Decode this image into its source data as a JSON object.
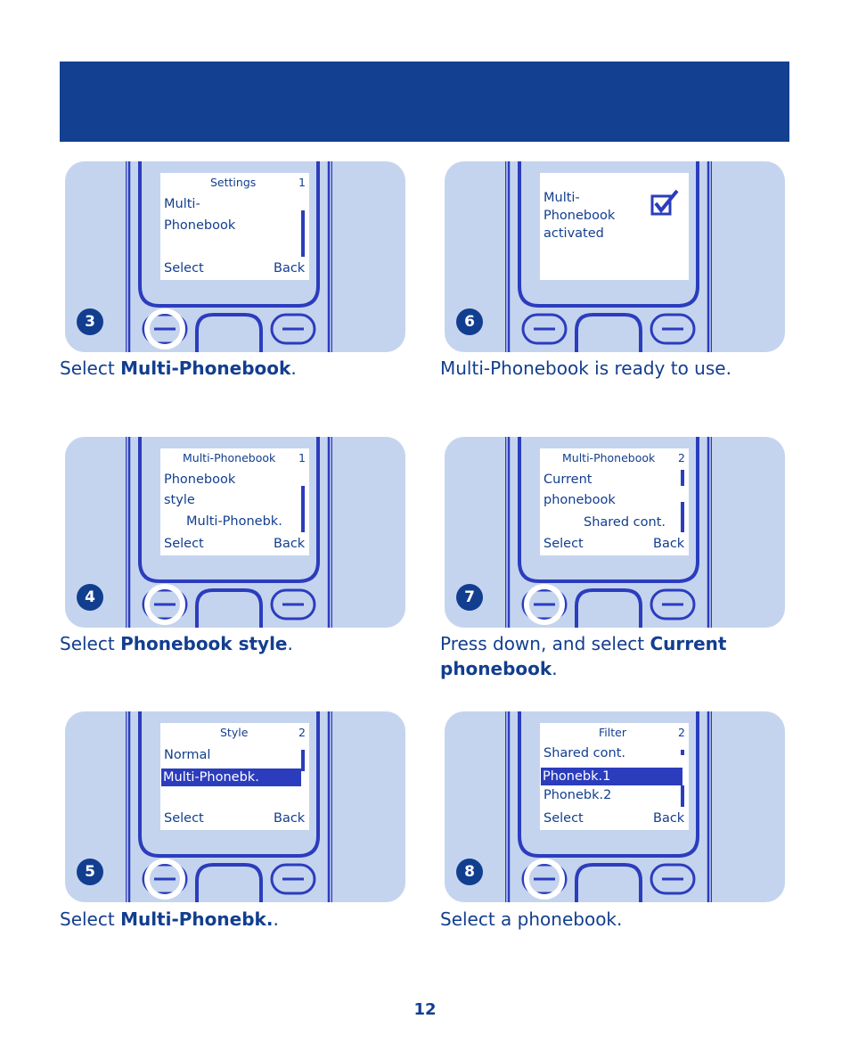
{
  "page": {
    "number": "12"
  },
  "steps": [
    {
      "number": "3",
      "screen": {
        "title": "Settings",
        "index": "1",
        "lines": [
          "Multi-",
          "Phonebook"
        ],
        "left_softkey": "Select",
        "right_softkey": "Back"
      },
      "caption": {
        "prefix": "Select ",
        "bold": "Multi-Phonebook",
        "suffix": "."
      }
    },
    {
      "number": "4",
      "screen": {
        "title": "Multi-Phonebook",
        "index": "1",
        "lines": [
          "Phonebook",
          "style",
          "Multi-Phonebk."
        ],
        "left_softkey": "Select",
        "right_softkey": "Back"
      },
      "caption": {
        "prefix": "Select ",
        "bold": "Phonebook style",
        "suffix": "."
      }
    },
    {
      "number": "5",
      "screen": {
        "title": "Style",
        "index": "2",
        "lines": [
          "Normal",
          "Multi-Phonebk."
        ],
        "left_softkey": "Select",
        "right_softkey": "Back"
      },
      "caption": {
        "prefix": "Select ",
        "bold": "Multi-Phonebk.",
        "suffix": "."
      }
    },
    {
      "number": "6",
      "screen": {
        "lines": [
          "Multi-",
          "Phonebook",
          "activated"
        ],
        "icon": "checkbox-checked-icon"
      },
      "caption": {
        "text": "Multi-Phonebook is ready to use."
      }
    },
    {
      "number": "7",
      "screen": {
        "title": "Multi-Phonebook",
        "index": "2",
        "lines": [
          "Current",
          "phonebook",
          "Shared cont."
        ],
        "left_softkey": "Select",
        "right_softkey": "Back"
      },
      "caption": {
        "prefix": "Press down, and select ",
        "bold1": "Current",
        "bold2": "phonebook",
        "suffix": "."
      }
    },
    {
      "number": "8",
      "screen": {
        "title": "Filter",
        "index": "2",
        "lines": [
          "Shared cont.",
          "Phonebk.1",
          "Phonebk.2"
        ],
        "left_softkey": "Select",
        "right_softkey": "Back"
      },
      "caption": {
        "text": "Select a phonebook."
      }
    }
  ]
}
